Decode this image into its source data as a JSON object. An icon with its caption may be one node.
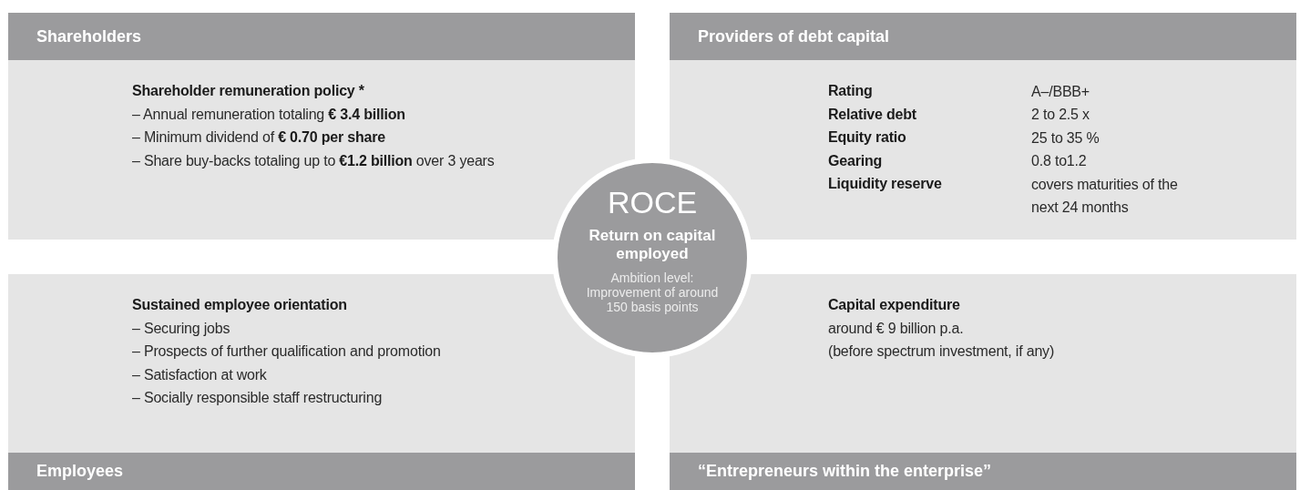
{
  "diagram": {
    "nodes": [
      {
        "text": [
          "Shareholders",
          "Shareholder remuneration policy *",
          "– Annual remuneration totaling **€ 3.4 billion**",
          "– Minimum dividend of **€ 0.70 per share**",
          "– Share buy-backs totaling up to **€1.2 billion** over 3 years"
        ]
      },
      {
        "text": [
          "Providers of debt capital",
          "Rating",
          "A–/BBB+",
          "Relative debt",
          "2 to 2.5 x",
          "Equity ratio",
          "25 to 35 %",
          "Gearing",
          "0.8 to1.2",
          "Liquidity reserve",
          "covers maturities of the next 24 months"
        ]
      },
      {
        "text": [
          "ROCE",
          "Return on capital employed",
          "Ambition level: Improvement of around 150 basis points"
        ]
      },
      {
        "text": [
          "Employees",
          "Sustained employee orientation",
          "– Securing jobs",
          "– Prospects of further qualification and promotion",
          "– Satisfaction at work",
          "– Socially responsible staff restructuring"
        ]
      },
      {
        "text": [
          "“Entrepreneurs within the enterprise”",
          "Capital expenditure",
          "around € 9 billion p.a.",
          "(before spectrum investment, if any)"
        ]
      }
    ]
  }
}
